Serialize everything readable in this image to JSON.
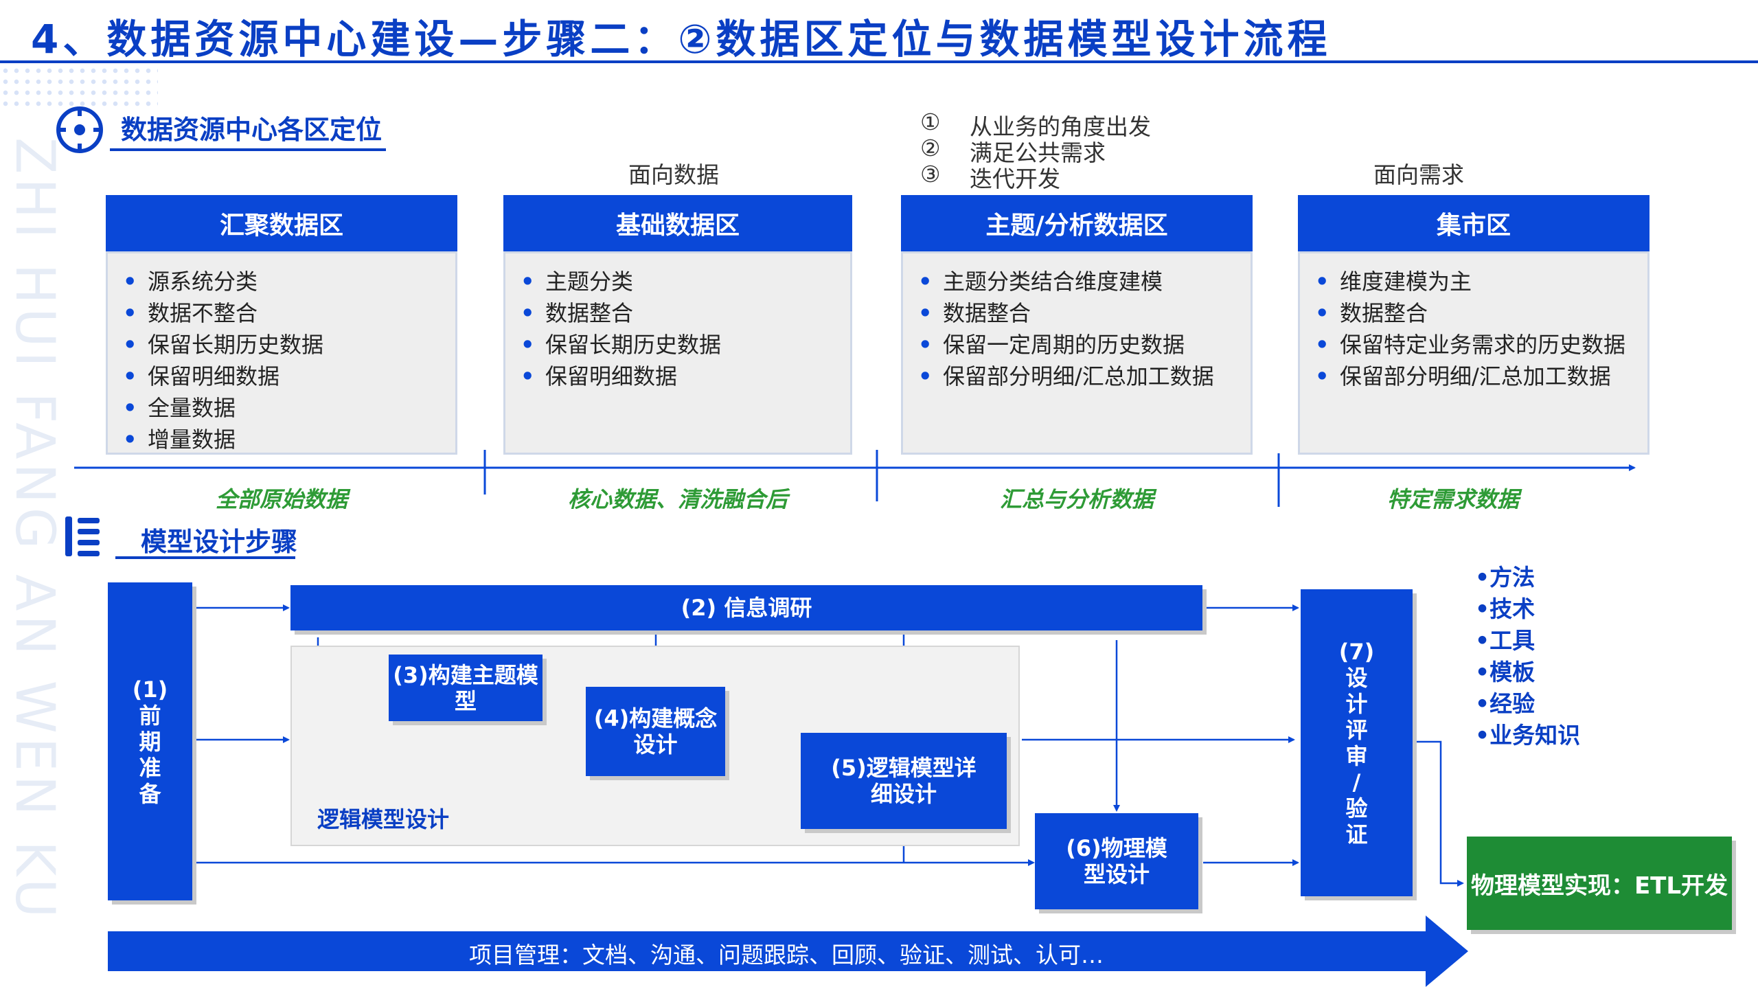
{
  "title": "4、数据资源中心建设—步骤二：②数据区定位与数据模型设计流程",
  "watermark": "ZHI HUI FANG AN WEN KU",
  "section1": {
    "title": "数据资源中心各区定位"
  },
  "section2": {
    "title": "模型设计步骤"
  },
  "notes": {
    "face_data": "面向数据",
    "face_demand": "面向需求",
    "principles": [
      {
        "num": "①",
        "text": "从业务的角度出发"
      },
      {
        "num": "②",
        "text": "满足公共需求"
      },
      {
        "num": "③",
        "text": "迭代开发"
      }
    ]
  },
  "zones": [
    {
      "name": "汇聚数据区",
      "items": [
        "源系统分类",
        "数据不整合",
        "保留长期历史数据",
        "保留明细数据",
        "全量数据",
        "增量数据"
      ],
      "label": "全部原始数据"
    },
    {
      "name": "基础数据区",
      "items": [
        "主题分类",
        "数据整合",
        "保留长期历史数据",
        "保留明细数据"
      ],
      "label": "核心数据、清洗融合后"
    },
    {
      "name": "主题/分析数据区",
      "items": [
        "主题分类结合维度建模",
        "数据整合",
        "保留一定周期的历史数据",
        "保留部分明细/汇总加工数据"
      ],
      "label": "汇总与分析数据"
    },
    {
      "name": "集市区",
      "items": [
        "维度建模为主",
        "数据整合",
        "保留特定业务需求的历史数据",
        "保留部分明细/汇总加工数据"
      ],
      "label": "特定需求数据"
    }
  ],
  "steps": {
    "s1": [
      "(1)",
      "前",
      "期",
      "准",
      "备"
    ],
    "s2": "(2) 信息调研",
    "s3": "(3)构建主题模型",
    "s4": "(4)构建概念设计",
    "s5": "(5)逻辑模型详细设计",
    "s6": "(6)物理模型设计",
    "s7": [
      "(7)",
      "设",
      "计",
      "评",
      "审",
      "/",
      "验",
      "证"
    ],
    "logic_area": "逻辑模型设计",
    "etl": "物理模型实现：ETL开发"
  },
  "review_items": [
    "•方法",
    "•技术",
    "•工具",
    "•模板",
    "•经验",
    "•业务知识"
  ],
  "project_mgmt": "项目管理：文档、沟通、问题跟踪、回顾、验证、测试、认可…",
  "colors": {
    "primary": "#0a48d8",
    "title": "#0a3fc4",
    "green": "#1e8c35",
    "label_green": "#2e9b36"
  }
}
